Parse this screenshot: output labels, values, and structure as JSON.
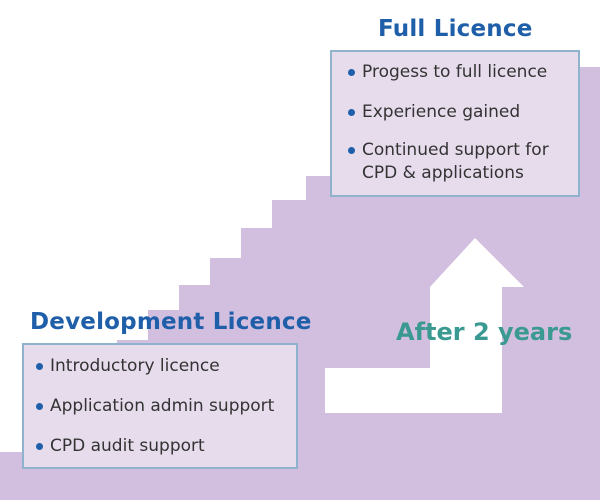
{
  "colors": {
    "stairs": "#d2bfdf",
    "box_fill": "#e6dcec",
    "box_border": "#8fb3cc",
    "title": "#1f5ea8",
    "bullet": "#1f5ea8",
    "body_text": "#333333",
    "arrow_fill": "#ffffff",
    "arrow_label": "#3a9a91"
  },
  "full_licence": {
    "title": "Full Licence",
    "items": [
      "Progess to full licence",
      "Experience gained",
      "Continued support for CPD & applications"
    ]
  },
  "development_licence": {
    "title": "Development Licence",
    "items": [
      "Introductory licence",
      "Application admin support",
      "CPD audit support"
    ]
  },
  "arrow": {
    "label": "After 2 years",
    "icon": "up-turn-arrow-icon"
  }
}
